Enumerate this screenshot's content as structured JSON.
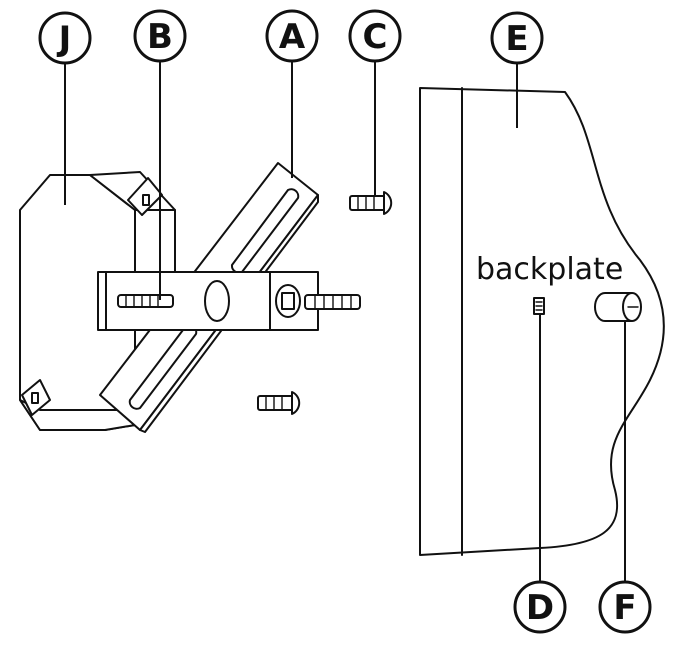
{
  "callouts": {
    "j": "J",
    "b": "B",
    "a": "A",
    "c": "C",
    "e": "E",
    "d": "D",
    "f": "F"
  },
  "labels": {
    "backplate": "backplate"
  }
}
